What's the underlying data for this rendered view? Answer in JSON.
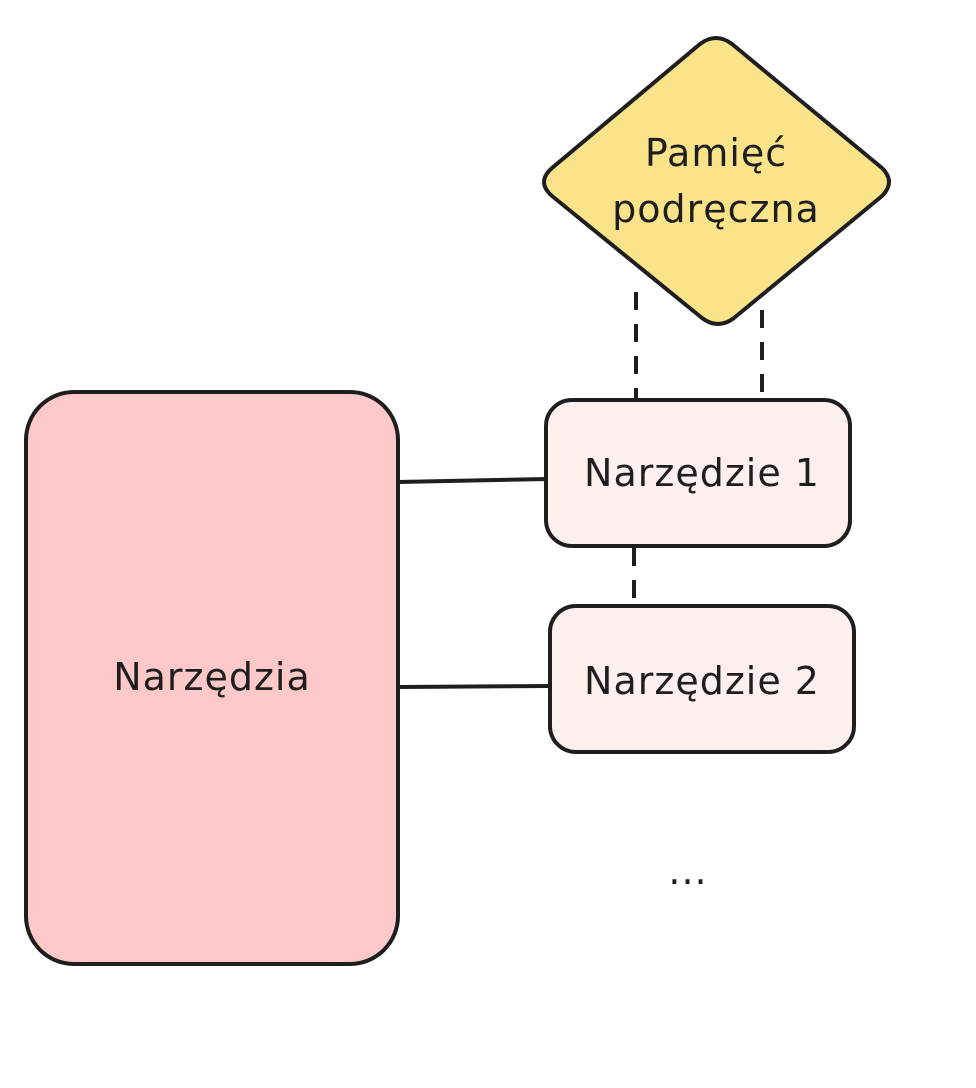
{
  "diagram": {
    "tools_container": {
      "label": "Narzędzia"
    },
    "tool_1": {
      "label": "Narzędzie 1"
    },
    "tool_2": {
      "label": "Narzędzie 2"
    },
    "cache": {
      "label_line_1": "Pamięć",
      "label_line_2": "podręczna"
    },
    "more_indicator": "...",
    "colors": {
      "tools_container_fill": "#ffc9c9",
      "tool_fill": "#fff0f0",
      "cache_fill": "#fbe38a",
      "stroke": "#1e1e1e",
      "background": "#ffffff"
    }
  }
}
